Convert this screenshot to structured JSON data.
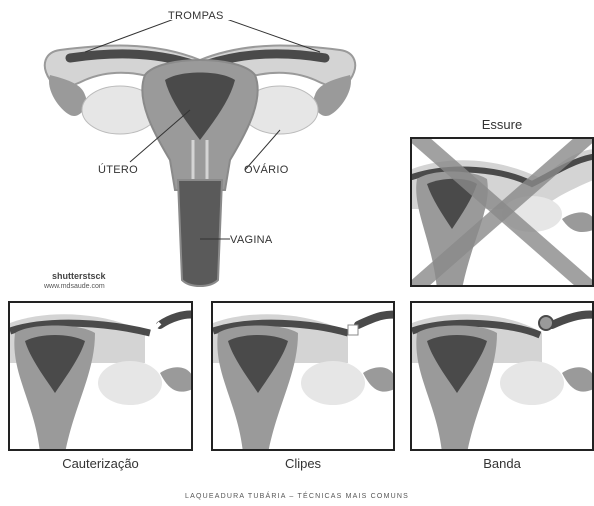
{
  "labels": {
    "trompas": "TROMPAS",
    "utero": "ÚTERO",
    "ovario": "OVÁRIO",
    "vagina": "VAGINA"
  },
  "watermark": {
    "brand": "shutterstsck",
    "site": "www.mdsaude.com"
  },
  "panels": {
    "essure": "Essure",
    "cauterizacao": "Cauterização",
    "clipes": "Clipes",
    "banda": "Banda"
  },
  "footer": "LAQUEADURA TUBÁRIA – TÉCNICAS MAIS COMUNS",
  "colors": {
    "dark": "#4a4a4a",
    "mid": "#9a9a9a",
    "light": "#d4d4d4",
    "cross": "#8a8a8a"
  }
}
